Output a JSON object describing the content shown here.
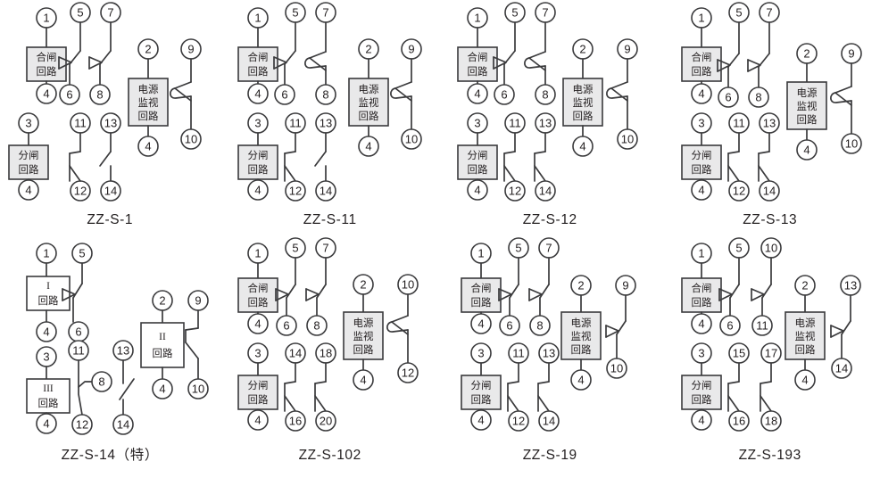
{
  "sheet": {
    "title": "ZZ-S series relay internal wiring diagrams",
    "colors": {
      "wire": "#3a3a3c",
      "text": "#231f20",
      "box_fill_gray": "#e9e9ea",
      "box_fill_white": "#ffffff",
      "background": "#ffffff"
    },
    "labels": {
      "close_circuit": "合闸\n回路",
      "close_circuit_line1": "合闸",
      "close_circuit_line2": "回路",
      "trip_circuit_line1": "分闸",
      "trip_circuit_line2": "回路",
      "power_monitor_line1": "电源",
      "power_monitor_line2": "监视",
      "power_monitor_line3": "回路",
      "circuit_I_line1": "I",
      "circuit_I_line2": "回路",
      "circuit_II_line1": "II",
      "circuit_II_line2": "回路",
      "circuit_III_line1": "III",
      "circuit_III_line2": "回路"
    }
  },
  "diagrams": [
    {
      "id": "zz-s-1",
      "caption": "ZZ-S-1",
      "row": 1,
      "column": 1,
      "blocks": [
        {
          "name": "close-circuit-block",
          "lines": [
            "合闸",
            "回路"
          ],
          "fill": "gray",
          "top_terminal": "1",
          "bottom_terminal": "4"
        },
        {
          "name": "trip-circuit-block",
          "lines": [
            "分闸",
            "回路"
          ],
          "fill": "gray",
          "top_terminal": "3",
          "bottom_terminal": "4"
        },
        {
          "name": "power-monitor-block",
          "lines": [
            "电源",
            "监视",
            "回路"
          ],
          "fill": "gray",
          "top_terminal": "2",
          "bottom_terminal": "4"
        }
      ],
      "contacts": [
        {
          "name": "contact-5-6",
          "type": "arrow",
          "top_terminal": "5",
          "bottom_terminal": "6"
        },
        {
          "name": "contact-7-8",
          "type": "arrow",
          "top_terminal": "7",
          "bottom_terminal": "8"
        },
        {
          "name": "contact-11-12",
          "type": "no",
          "top_terminal": "11",
          "bottom_terminal": "12"
        },
        {
          "name": "contact-13-14",
          "type": "no",
          "top_terminal": "13",
          "bottom_terminal": "14"
        },
        {
          "name": "contact-9-10",
          "type": "hook",
          "top_terminal": "9",
          "bottom_terminal": "10"
        }
      ]
    },
    {
      "id": "zz-s-11",
      "caption": "ZZ-S-11",
      "row": 1,
      "column": 2,
      "blocks": [
        {
          "name": "close-circuit-block",
          "lines": [
            "合闸",
            "回路"
          ],
          "fill": "gray",
          "top_terminal": "1",
          "bottom_terminal": "4"
        },
        {
          "name": "trip-circuit-block",
          "lines": [
            "分闸",
            "回路"
          ],
          "fill": "gray",
          "top_terminal": "3",
          "bottom_terminal": "4"
        },
        {
          "name": "power-monitor-block",
          "lines": [
            "电源",
            "监视",
            "回路"
          ],
          "fill": "gray",
          "top_terminal": "2",
          "bottom_terminal": "4"
        }
      ],
      "contacts": [
        {
          "name": "contact-5-6",
          "type": "arrow",
          "top_terminal": "5",
          "bottom_terminal": "6"
        },
        {
          "name": "contact-7-8",
          "type": "hook",
          "top_terminal": "7",
          "bottom_terminal": "8"
        },
        {
          "name": "contact-11-12",
          "type": "no",
          "top_terminal": "11",
          "bottom_terminal": "12"
        },
        {
          "name": "contact-13-14",
          "type": "no",
          "top_terminal": "13",
          "bottom_terminal": "14"
        },
        {
          "name": "contact-9-10",
          "type": "hook",
          "top_terminal": "9",
          "bottom_terminal": "10"
        }
      ]
    },
    {
      "id": "zz-s-12",
      "caption": "ZZ-S-12",
      "row": 1,
      "column": 3,
      "blocks": [
        {
          "name": "close-circuit-block",
          "lines": [
            "合闸",
            "回路"
          ],
          "fill": "gray",
          "top_terminal": "1",
          "bottom_terminal": "4"
        },
        {
          "name": "trip-circuit-block",
          "lines": [
            "分闸",
            "回路"
          ],
          "fill": "gray",
          "top_terminal": "3",
          "bottom_terminal": "4"
        },
        {
          "name": "power-monitor-block",
          "lines": [
            "电源",
            "监视",
            "回路"
          ],
          "fill": "gray",
          "top_terminal": "2",
          "bottom_terminal": "4"
        }
      ],
      "contacts": [
        {
          "name": "contact-5-6",
          "type": "arrow",
          "top_terminal": "5",
          "bottom_terminal": "6"
        },
        {
          "name": "contact-7-8",
          "type": "hook",
          "top_terminal": "7",
          "bottom_terminal": "8"
        },
        {
          "name": "contact-11-12",
          "type": "no",
          "top_terminal": "11",
          "bottom_terminal": "12"
        },
        {
          "name": "contact-13-14",
          "type": "no",
          "top_terminal": "13",
          "bottom_terminal": "14"
        },
        {
          "name": "contact-9-10",
          "type": "hook",
          "top_terminal": "9",
          "bottom_terminal": "10"
        }
      ]
    },
    {
      "id": "zz-s-13",
      "caption": "ZZ-S-13",
      "row": 1,
      "column": 4,
      "blocks": [
        {
          "name": "close-circuit-block",
          "lines": [
            "合闸",
            "回路"
          ],
          "fill": "gray",
          "top_terminal": "1",
          "bottom_terminal": "4"
        },
        {
          "name": "trip-circuit-block",
          "lines": [
            "分闸",
            "回路"
          ],
          "fill": "gray",
          "top_terminal": "3",
          "bottom_terminal": "4"
        },
        {
          "name": "power-monitor-block",
          "lines": [
            "电源",
            "监视",
            "回路"
          ],
          "fill": "gray",
          "top_terminal": "2",
          "bottom_terminal": "4"
        }
      ],
      "contacts": [
        {
          "name": "contact-5-6",
          "type": "arrow",
          "top_terminal": "5",
          "bottom_terminal": "6"
        },
        {
          "name": "contact-7-8",
          "type": "arrow",
          "top_terminal": "7",
          "bottom_terminal": "8"
        },
        {
          "name": "contact-11-12",
          "type": "no",
          "top_terminal": "11",
          "bottom_terminal": "12"
        },
        {
          "name": "contact-13-14",
          "type": "no",
          "top_terminal": "13",
          "bottom_terminal": "14"
        },
        {
          "name": "contact-9-10",
          "type": "hook",
          "top_terminal": "9",
          "bottom_terminal": "10"
        }
      ]
    },
    {
      "id": "zz-s-14",
      "caption": "ZZ-S-14（特）",
      "row": 2,
      "column": 1,
      "blocks": [
        {
          "name": "circuit-I-block",
          "lines": [
            "I",
            "回路"
          ],
          "fill": "white",
          "top_terminal": "1",
          "bottom_terminal": "4"
        },
        {
          "name": "circuit-III-block",
          "lines": [
            "III",
            "回路"
          ],
          "fill": "white",
          "top_terminal": "3",
          "bottom_terminal": "4"
        },
        {
          "name": "circuit-II-block",
          "lines": [
            "II",
            "回路"
          ],
          "fill": "white",
          "top_terminal": "2",
          "bottom_terminal": "4"
        }
      ],
      "contacts": [
        {
          "name": "contact-5-6",
          "type": "arrow",
          "top_terminal": "5",
          "bottom_terminal": "6"
        },
        {
          "name": "contact-11-8-12",
          "type": "common",
          "top_terminal": "11",
          "common_terminal": "8",
          "bottom_terminal": "12"
        },
        {
          "name": "contact-13-14",
          "type": "no",
          "top_terminal": "13",
          "bottom_terminal": "14"
        },
        {
          "name": "contact-9-10",
          "type": "no",
          "top_terminal": "9",
          "bottom_terminal": "10"
        }
      ]
    },
    {
      "id": "zz-s-102",
      "caption": "ZZ-S-102",
      "row": 2,
      "column": 2,
      "blocks": [
        {
          "name": "close-circuit-block",
          "lines": [
            "合闸",
            "回路"
          ],
          "fill": "gray",
          "top_terminal": "1",
          "bottom_terminal": "4"
        },
        {
          "name": "trip-circuit-block",
          "lines": [
            "分闸",
            "回路"
          ],
          "fill": "gray",
          "top_terminal": "3",
          "bottom_terminal": "4"
        },
        {
          "name": "power-monitor-block",
          "lines": [
            "电源",
            "监视",
            "回路"
          ],
          "fill": "gray",
          "top_terminal": "2",
          "bottom_terminal": "4"
        }
      ],
      "contacts": [
        {
          "name": "contact-5-6",
          "type": "arrow",
          "top_terminal": "5",
          "bottom_terminal": "6"
        },
        {
          "name": "contact-7-8",
          "type": "arrow",
          "top_terminal": "7",
          "bottom_terminal": "8"
        },
        {
          "name": "contact-14-16",
          "type": "no",
          "top_terminal": "14",
          "bottom_terminal": "16"
        },
        {
          "name": "contact-18-20",
          "type": "no",
          "top_terminal": "18",
          "bottom_terminal": "20"
        },
        {
          "name": "contact-10-12",
          "type": "hook",
          "top_terminal": "10",
          "bottom_terminal": "12"
        }
      ]
    },
    {
      "id": "zz-s-19",
      "caption": "ZZ-S-19",
      "row": 2,
      "column": 3,
      "blocks": [
        {
          "name": "close-circuit-block",
          "lines": [
            "合闸",
            "回路"
          ],
          "fill": "gray",
          "top_terminal": "1",
          "bottom_terminal": "4"
        },
        {
          "name": "trip-circuit-block",
          "lines": [
            "分闸",
            "回路"
          ],
          "fill": "gray",
          "top_terminal": "3",
          "bottom_terminal": "4"
        },
        {
          "name": "power-monitor-block",
          "lines": [
            "电源",
            "监视",
            "回路"
          ],
          "fill": "gray",
          "top_terminal": "2",
          "bottom_terminal": "4"
        }
      ],
      "contacts": [
        {
          "name": "contact-5-6",
          "type": "arrow",
          "top_terminal": "5",
          "bottom_terminal": "6"
        },
        {
          "name": "contact-7-8",
          "type": "arrow",
          "top_terminal": "7",
          "bottom_terminal": "8"
        },
        {
          "name": "contact-11-12",
          "type": "no",
          "top_terminal": "11",
          "bottom_terminal": "12"
        },
        {
          "name": "contact-13-14",
          "type": "no",
          "top_terminal": "13",
          "bottom_terminal": "14"
        },
        {
          "name": "contact-9-10",
          "type": "arrow",
          "top_terminal": "9",
          "bottom_terminal": "10"
        }
      ]
    },
    {
      "id": "zz-s-193",
      "caption": "ZZ-S-193",
      "row": 2,
      "column": 4,
      "blocks": [
        {
          "name": "close-circuit-block",
          "lines": [
            "合闸",
            "回路"
          ],
          "fill": "gray",
          "top_terminal": "1",
          "bottom_terminal": "4"
        },
        {
          "name": "trip-circuit-block",
          "lines": [
            "分闸",
            "回路"
          ],
          "fill": "gray",
          "top_terminal": "3",
          "bottom_terminal": "4"
        },
        {
          "name": "power-monitor-block",
          "lines": [
            "电源",
            "监视",
            "回路"
          ],
          "fill": "gray",
          "top_terminal": "2",
          "bottom_terminal": "4"
        }
      ],
      "contacts": [
        {
          "name": "contact-5-6",
          "type": "arrow",
          "top_terminal": "5",
          "bottom_terminal": "6"
        },
        {
          "name": "contact-10-11",
          "type": "arrow",
          "top_terminal": "10",
          "bottom_terminal": "11"
        },
        {
          "name": "contact-15-16",
          "type": "no",
          "top_terminal": "15",
          "bottom_terminal": "16"
        },
        {
          "name": "contact-17-18",
          "type": "no",
          "top_terminal": "17",
          "bottom_terminal": "18"
        },
        {
          "name": "contact-13-14",
          "type": "arrow",
          "top_terminal": "13",
          "bottom_terminal": "14"
        }
      ]
    }
  ]
}
